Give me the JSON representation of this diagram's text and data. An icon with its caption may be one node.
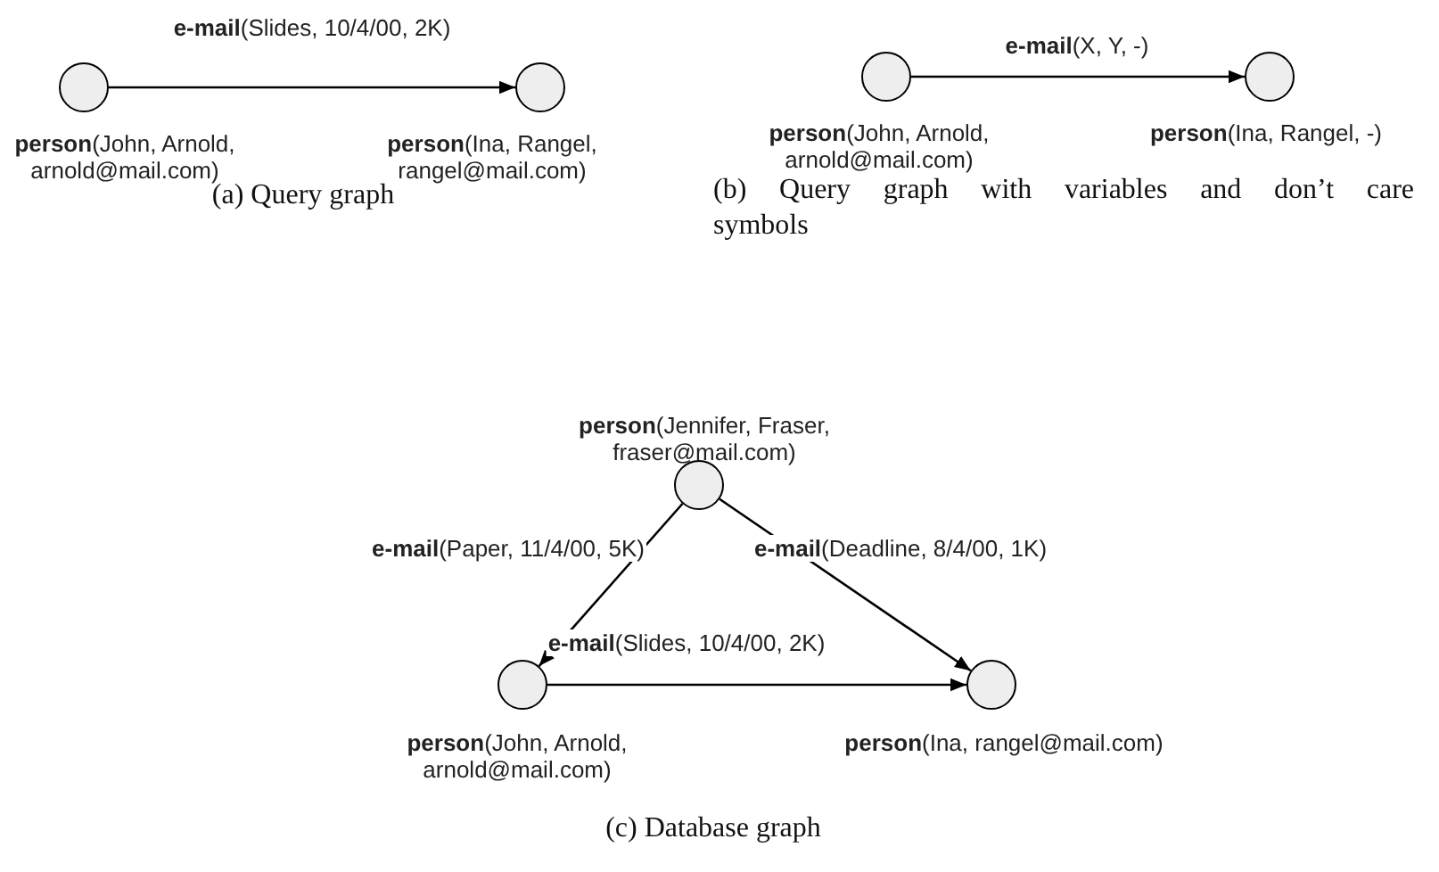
{
  "diagram": {
    "nodes": [
      {
        "text": [],
        "shape": "circle",
        "beside": [
          "**person**(John, Arnold, arnold@mail.com)"
        ]
      },
      {
        "text": [],
        "shape": "circle",
        "beside": [
          "**person**(Ina, Rangel, rangel@mail.com)"
        ]
      },
      {
        "text": [],
        "shape": "circle",
        "beside": [
          "**person**(John, Arnold, arnold@mail.com)"
        ]
      },
      {
        "text": [],
        "shape": "circle",
        "beside": [
          "**person**(Ina, Rangel, -)"
        ]
      },
      {
        "text": [],
        "shape": "circle",
        "beside": [
          "**person**(Jennifer, Fraser, fraser@mail.com)"
        ]
      },
      {
        "text": [],
        "shape": "circle",
        "beside": [
          "**person**(John, Arnold, arnold@mail.com)"
        ]
      },
      {
        "text": [],
        "shape": "circle",
        "beside": [
          "**person**(Ina, rangel@mail.com)"
        ]
      }
    ],
    "edges": [
      {
        "from": 0,
        "to": 1,
        "arrow": "to",
        "label": "**e-mail**(Slides, 10/4/00, 2K)"
      },
      {
        "from": 2,
        "to": 3,
        "arrow": "to",
        "label": "**e-mail**(X, Y, -)"
      },
      {
        "from": 4,
        "to": 5,
        "arrow": "to",
        "label": "**e-mail**(Paper, 11/4/00, 5K)"
      },
      {
        "from": 4,
        "to": 6,
        "arrow": "to",
        "label": "**e-mail**(Deadline, 8/4/00, 1K)"
      },
      {
        "from": 5,
        "to": 6,
        "arrow": "to",
        "label": "**e-mail**(Slides, 10/4/00, 2K)"
      }
    ],
    "labels": [
      "(a) Query graph",
      "(b) Query graph with variables and don’t care symbols",
      "(c) Database graph"
    ]
  }
}
